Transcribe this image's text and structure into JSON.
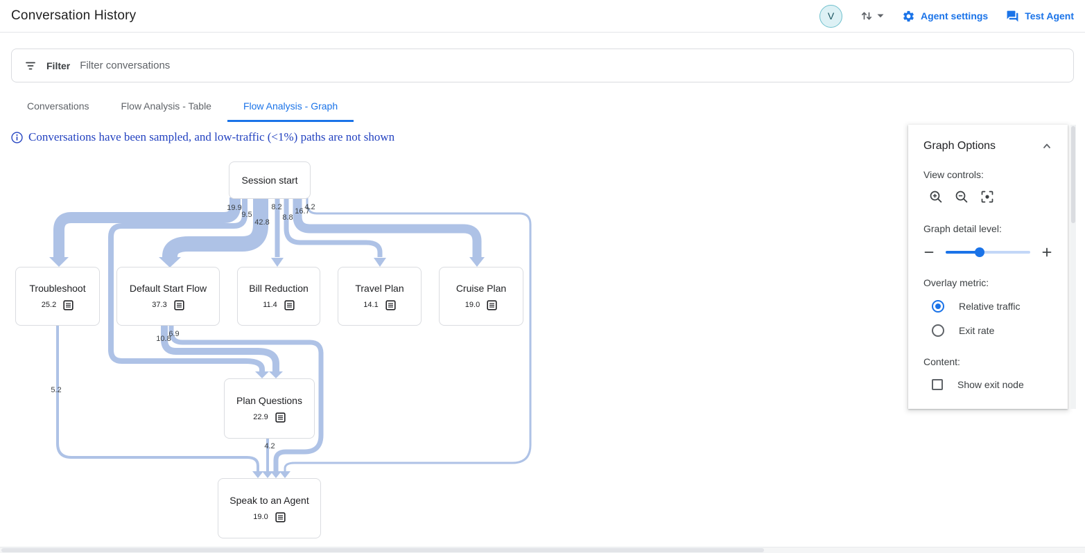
{
  "header": {
    "title": "Conversation History",
    "avatar_letter": "V",
    "agent_settings": "Agent settings",
    "test_agent": "Test Agent"
  },
  "filter_bar": {
    "label": "Filter",
    "placeholder": "Filter conversations"
  },
  "tabs": [
    {
      "label": "Conversations",
      "active": false
    },
    {
      "label": "Flow Analysis - Table",
      "active": false
    },
    {
      "label": "Flow Analysis - Graph",
      "active": true
    }
  ],
  "notice": "Conversations have been sampled, and low-traffic (<1%) paths are not shown",
  "flow": {
    "nodes": [
      {
        "id": "session-start",
        "label": "Session start"
      },
      {
        "id": "troubleshoot",
        "label": "Troubleshoot",
        "value": "25.2"
      },
      {
        "id": "default-start-flow",
        "label": "Default Start Flow",
        "value": "37.3"
      },
      {
        "id": "bill-reduction",
        "label": "Bill Reduction",
        "value": "11.4"
      },
      {
        "id": "travel-plan",
        "label": "Travel Plan",
        "value": "14.1"
      },
      {
        "id": "cruise-plan",
        "label": "Cruise Plan",
        "value": "19.0"
      },
      {
        "id": "plan-questions",
        "label": "Plan Questions",
        "value": "22.9"
      },
      {
        "id": "speak-to-an-agent",
        "label": "Speak to an Agent",
        "value": "19.0"
      }
    ],
    "edges": [
      {
        "from": "Session start",
        "to": "Troubleshoot",
        "label": "19.9"
      },
      {
        "from": "Session start",
        "to": "Plan Questions",
        "label": "9.5"
      },
      {
        "from": "Session start",
        "to": "Default Start Flow",
        "label": "42.8"
      },
      {
        "from": "Session start",
        "to": "Bill Reduction",
        "label": "8.2"
      },
      {
        "from": "Session start",
        "to": "Travel Plan",
        "label": "8.8"
      },
      {
        "from": "Session start",
        "to": "Cruise Plan",
        "label": "16.7"
      },
      {
        "from": "Session start",
        "to": "Speak to an Agent",
        "label": "4.2"
      },
      {
        "from": "Default Start Flow",
        "to": "Plan Questions",
        "label": "10.8"
      },
      {
        "from": "Default Start Flow",
        "to": "Speak to an Agent",
        "label": "6.9"
      },
      {
        "from": "Troubleshoot",
        "to": "Speak to an Agent",
        "label": "5.2"
      },
      {
        "from": "Plan Questions",
        "to": "Speak to an Agent",
        "label": "4.2"
      }
    ]
  },
  "graph_options": {
    "title": "Graph Options",
    "view_controls_label": "View controls:",
    "detail_label": "Graph detail level:",
    "detail_percent": 40,
    "overlay_label": "Overlay metric:",
    "overlay_options": [
      {
        "label": "Relative traffic",
        "selected": true
      },
      {
        "label": "Exit rate",
        "selected": false
      }
    ],
    "content_label": "Content:",
    "checkbox_label": "Show exit node",
    "checkbox_checked": false
  },
  "colors": {
    "accent": "#1a73e8",
    "ribbon": "#aec2e6",
    "notice_blue": "#2342c0"
  }
}
